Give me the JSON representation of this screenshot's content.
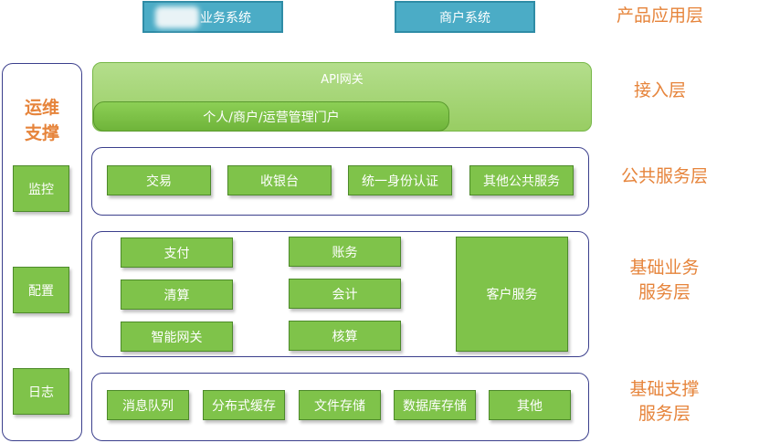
{
  "product_layer": {
    "label": "产品应用层",
    "boxes": [
      "业务系统",
      "商户系统"
    ]
  },
  "access_layer": {
    "label": "接入层",
    "gateway": "API网关",
    "portal": "个人/商户/运营管理门户"
  },
  "public_layer": {
    "label": "公共服务层",
    "items": [
      "交易",
      "收银台",
      "统一身份认证",
      "其他公共服务"
    ]
  },
  "base_business_layer": {
    "label_line1": "基础业务",
    "label_line2": "服务层",
    "items": [
      "支付",
      "账务",
      "清算",
      "会计",
      "智能网关",
      "核算",
      "客户服务"
    ]
  },
  "base_support_layer": {
    "label_line1": "基础支撑",
    "label_line2": "服务层",
    "items": [
      "消息队列",
      "分布式缓存",
      "文件存储",
      "数据库存储",
      "其他"
    ]
  },
  "ops": {
    "title_line1": "运维",
    "title_line2": "支撑",
    "items": [
      "监控",
      "配置",
      "日志"
    ]
  },
  "colors": {
    "label_orange": "#e6843b",
    "box_green": "#7fc34a",
    "top_blue": "#4bacc6",
    "frame_navy": "#3b3f8c"
  }
}
